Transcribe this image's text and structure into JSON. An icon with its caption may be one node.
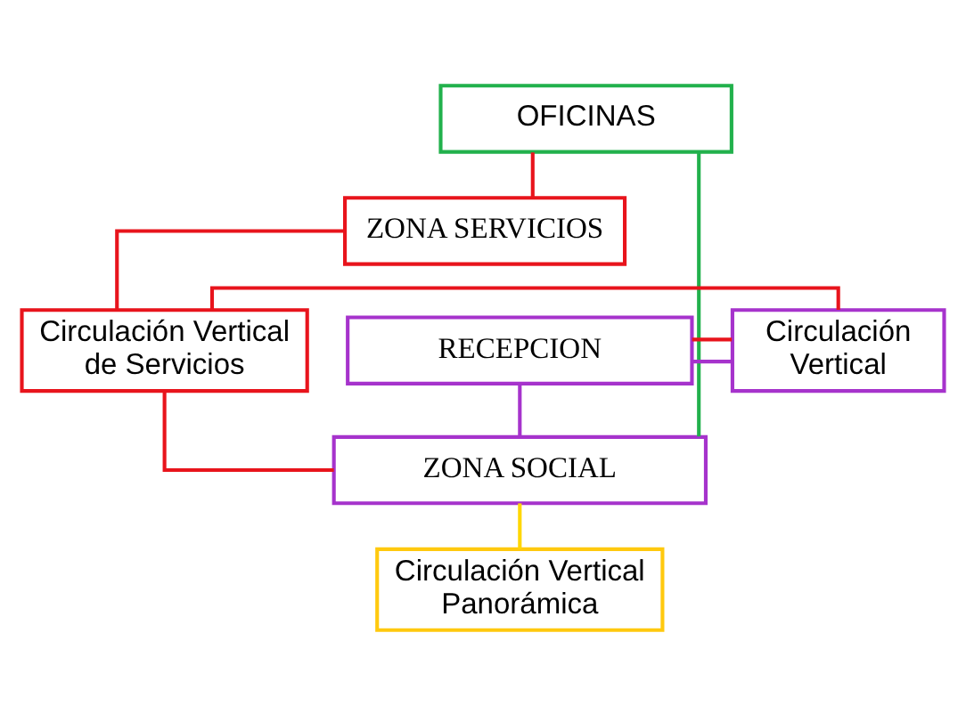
{
  "diagram": {
    "nodes": [
      {
        "text": [
          "OFICINAS"
        ]
      },
      {
        "text": [
          "ZONA SERVICIOS"
        ]
      },
      {
        "text": [
          "RECEPCION"
        ]
      },
      {
        "text": [
          "Circulación Vertical"
        ]
      },
      {
        "text": [
          "Circulación Vertical de Servicios"
        ]
      },
      {
        "text": [
          "ZONA SOCIAL"
        ]
      },
      {
        "text": [
          "Circulación Vertical Panorámica"
        ]
      }
    ],
    "edges": [
      {
        "from": 0,
        "to": 1,
        "arrow": "none"
      },
      {
        "from": 0,
        "to": 5,
        "arrow": "none",
        "color": "#22b14c"
      },
      {
        "from": 1,
        "to": 4,
        "arrow": "none"
      },
      {
        "from": 3,
        "to": 4,
        "arrow": "none"
      },
      {
        "from": 2,
        "to": 3,
        "arrow": "none"
      },
      {
        "from": 2,
        "to": 3,
        "arrow": "none",
        "color": "#a633cc"
      },
      {
        "from": 2,
        "to": 5,
        "arrow": "none",
        "color": "#a633cc"
      },
      {
        "from": 5,
        "to": 4,
        "arrow": "none"
      },
      {
        "from": 5,
        "to": 6,
        "arrow": "none",
        "color": "#ffd700"
      }
    ]
  }
}
